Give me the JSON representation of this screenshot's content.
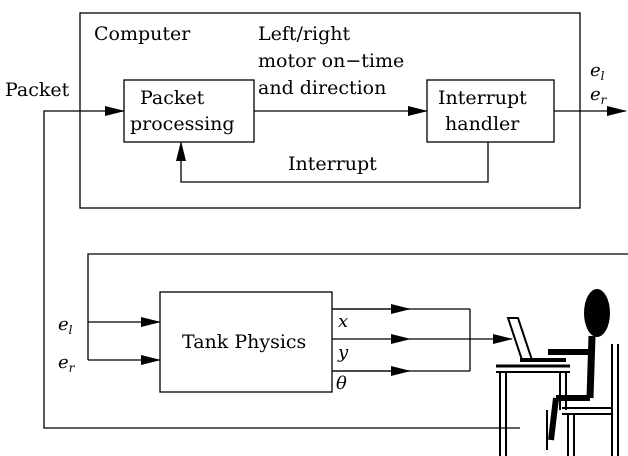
{
  "computer": {
    "title": "Computer",
    "packet_processing": [
      "Packet",
      "processing"
    ],
    "interrupt_handler": [
      "Interrupt",
      "handler"
    ],
    "motor_label": [
      "Left/right",
      "motor on−time",
      "and direction"
    ],
    "interrupt_label": "Interrupt",
    "outputs": [
      {
        "base": "e",
        "sub": "l"
      },
      {
        "base": "e",
        "sub": "r"
      }
    ]
  },
  "packet_label": "Packet",
  "tank": {
    "title": "Tank Physics",
    "inputs": [
      {
        "base": "e",
        "sub": "l"
      },
      {
        "base": "e",
        "sub": "r"
      }
    ],
    "outputs": [
      "x",
      "y",
      "θ"
    ]
  }
}
